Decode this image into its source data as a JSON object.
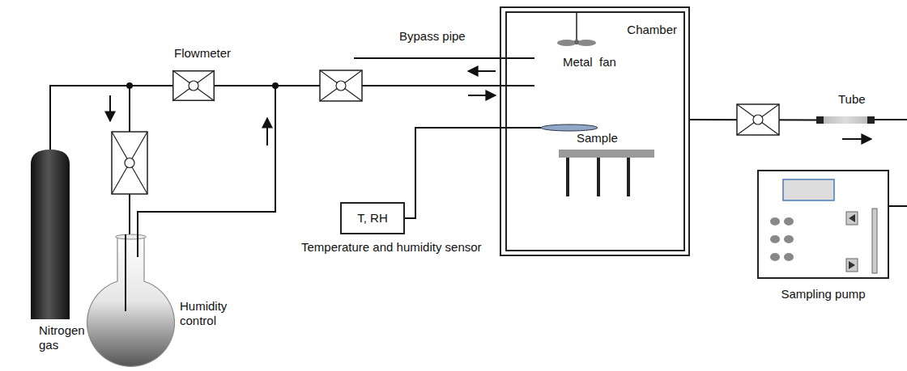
{
  "diagram": {
    "nodes": [
      {
        "text": [
          "Nitrogen gas"
        ]
      },
      {
        "text": [
          "Humidity control"
        ]
      },
      {
        "text": [
          "Flowmeter"
        ]
      },
      {
        "text": [
          "Chamber"
        ]
      },
      {
        "text": [
          "T, RH",
          "Temperature and humidity sensor"
        ]
      },
      {
        "text": [
          "Tube"
        ]
      },
      {
        "text": [
          "Sampling pump"
        ]
      }
    ],
    "edges": [
      {
        "from": 0,
        "to": 2,
        "arrow": "none"
      },
      {
        "from": 0,
        "to": 1,
        "arrow": "none"
      },
      {
        "from": 1,
        "to": 3,
        "arrow": "none"
      },
      {
        "from": 2,
        "to": 3,
        "arrow": "none"
      },
      {
        "from": 4,
        "to": 3,
        "arrow": "none"
      },
      {
        "from": 3,
        "to": 5,
        "arrow": "none"
      }
    ],
    "labels": [
      "Bypass pipe",
      "Metal  fan",
      "Sample"
    ]
  }
}
